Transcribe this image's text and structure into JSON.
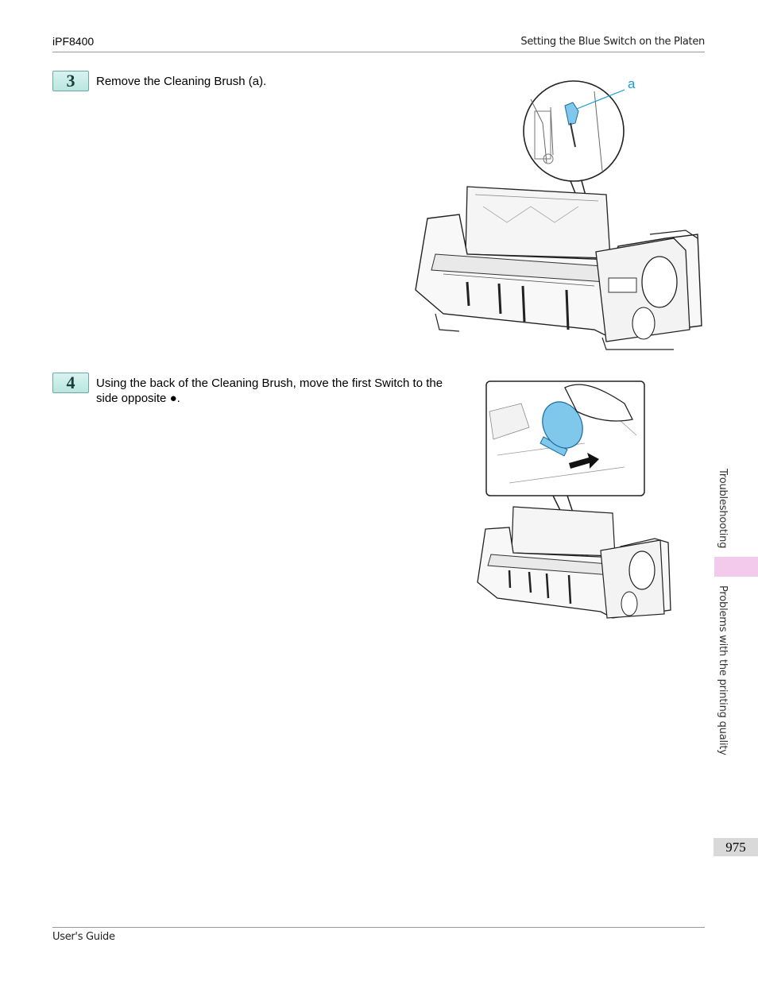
{
  "header": {
    "product": "iPF8400",
    "section_title": "Setting the Blue Switch on the Platen"
  },
  "steps": [
    {
      "number": "3",
      "text": "Remove the Cleaning Brush (a)."
    },
    {
      "number": "4",
      "text": "Using the back of the Cleaning Brush, move the first Switch to the side opposite ●."
    }
  ],
  "figure1": {
    "callout_label": "a"
  },
  "sidebar": {
    "tab_1": "Troubleshooting",
    "tab_2": "Problems with the printing quality"
  },
  "page_number": "975",
  "footer": {
    "guide_name": "User's Guide"
  },
  "colors": {
    "accent_blue": "#7fc8ec",
    "step_badge": "#c5ece8",
    "tab_pink": "#f3c9ec",
    "label_blue": "#1a9ad6"
  }
}
